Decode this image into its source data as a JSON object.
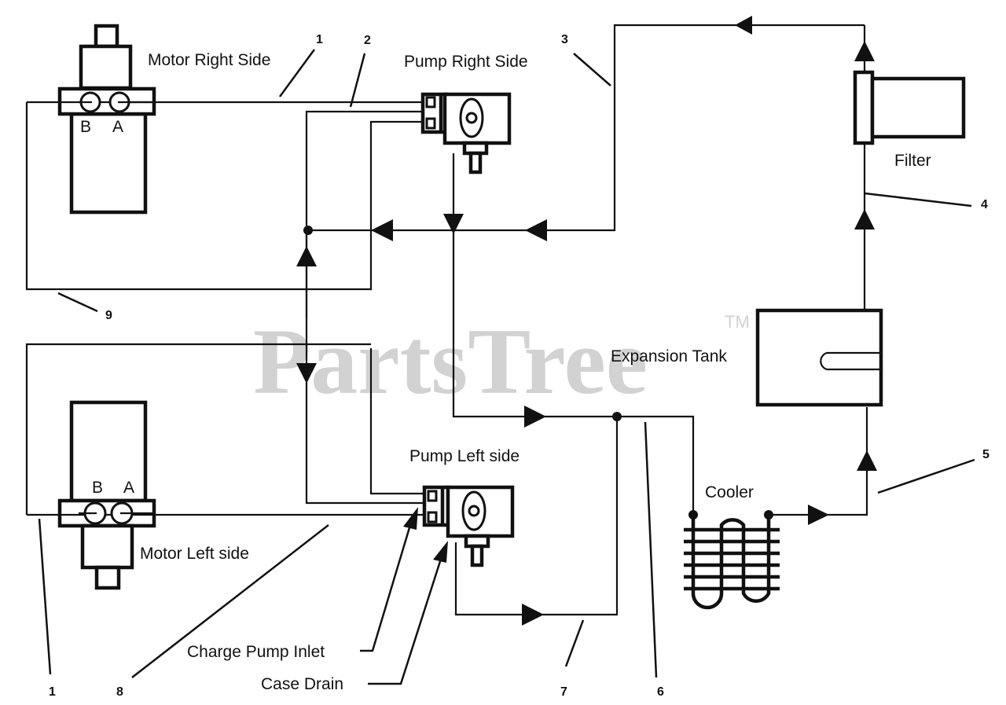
{
  "diagram": {
    "title": "Hydrostatic drive hydraulic circuit",
    "watermark": "PartsTree",
    "trademark": "TM",
    "components": {
      "motor_right": {
        "label": "Motor Right Side",
        "port_b": "B",
        "port_a": "A"
      },
      "motor_left": {
        "label": "Motor Left side",
        "port_b": "B",
        "port_a": "A"
      },
      "pump_right": {
        "label": "Pump Right Side"
      },
      "pump_left": {
        "label": "Pump Left side"
      },
      "filter": {
        "label": "Filter"
      },
      "expansion_tank": {
        "label": "Expansion Tank"
      },
      "cooler": {
        "label": "Cooler"
      }
    },
    "callouts": {
      "charge_pump_inlet": "Charge Pump Inlet",
      "case_drain": "Case Drain"
    },
    "reference_numbers": {
      "n1_top": "1",
      "n2": "2",
      "n3": "3",
      "n4": "4",
      "n5": "5",
      "n6": "6",
      "n7": "7",
      "n8": "8",
      "n9": "9",
      "n1_bottom": "1"
    },
    "colors": {
      "line": "#111111",
      "watermark": "#d2d2d2",
      "background": "#ffffff"
    }
  }
}
